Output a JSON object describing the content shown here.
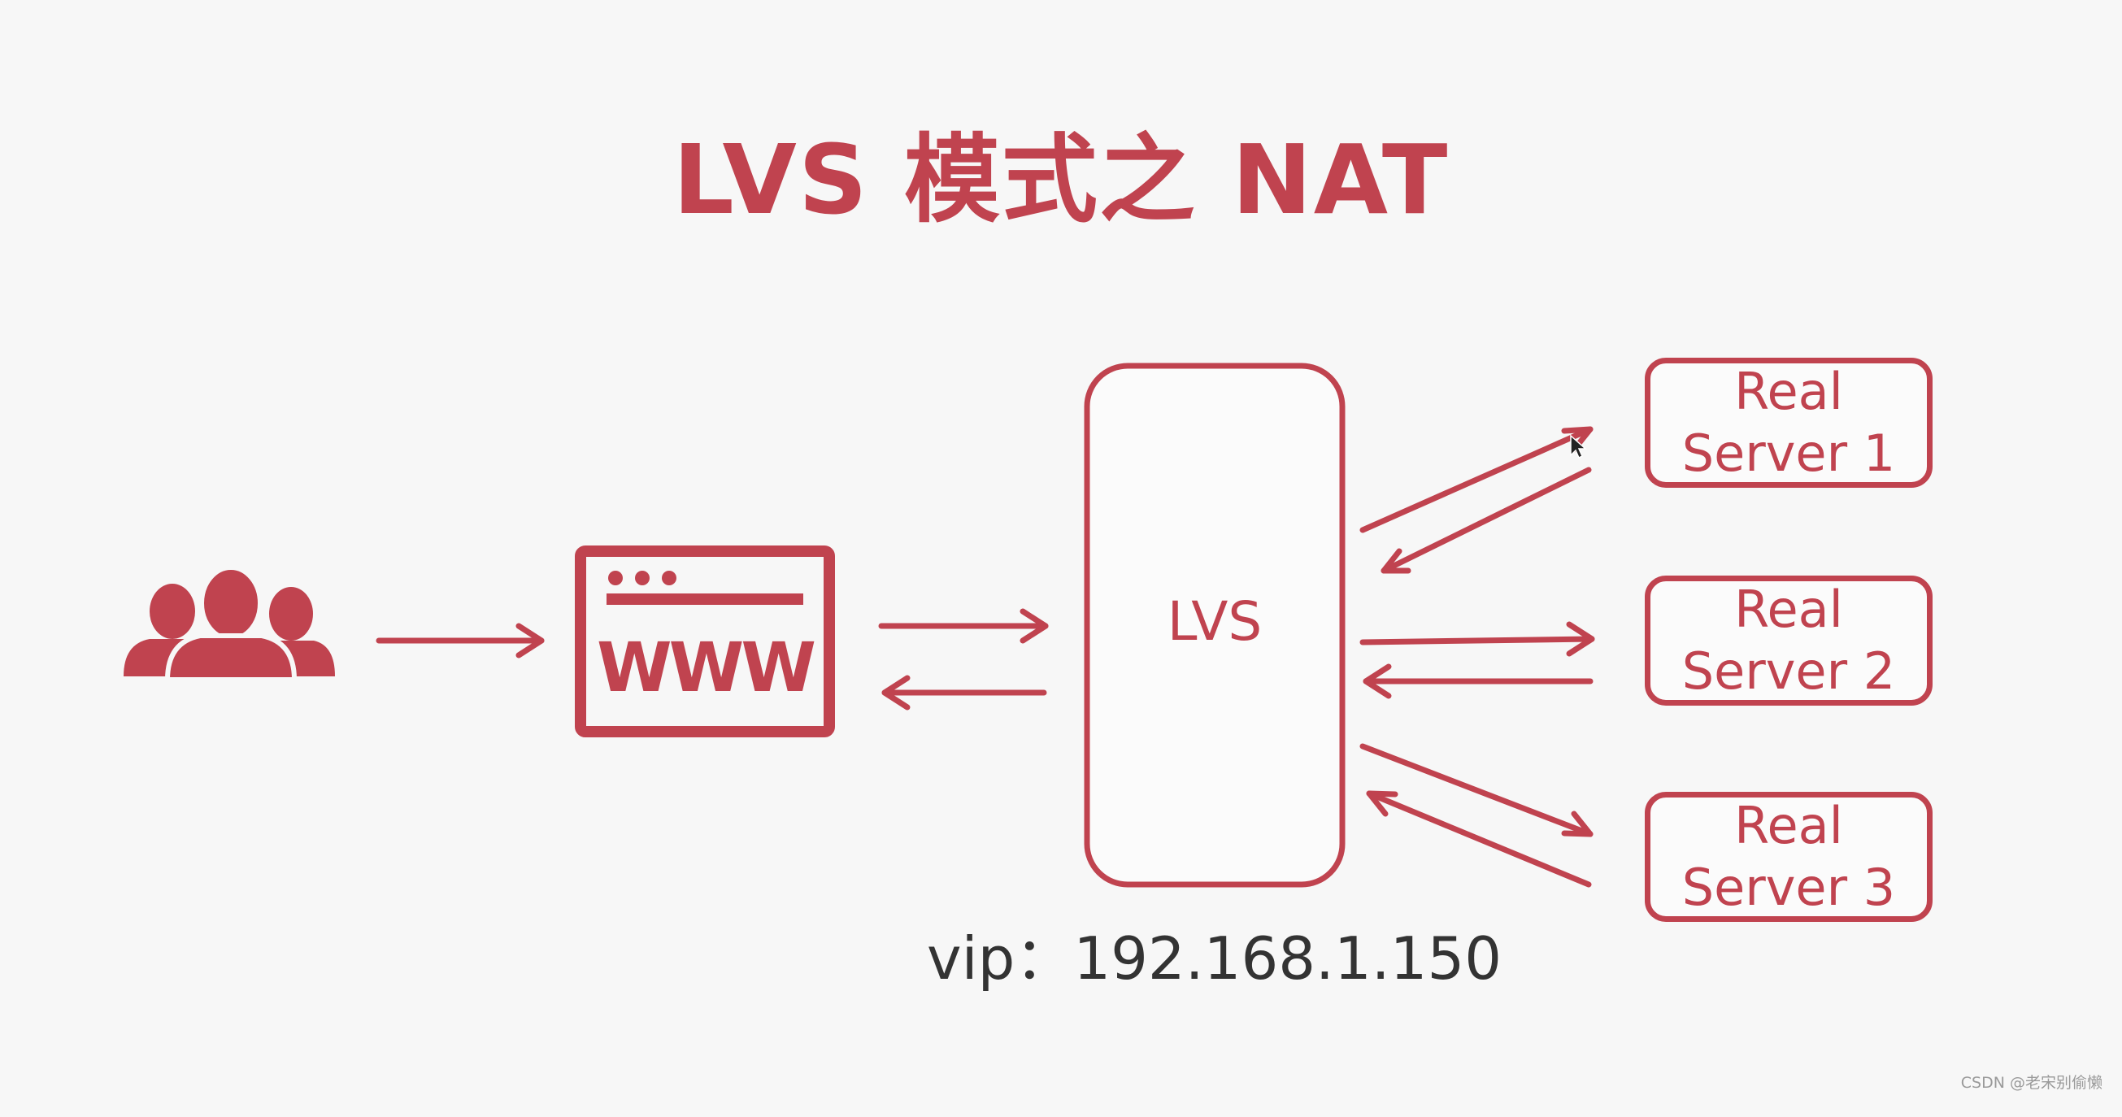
{
  "title": "LVS 模式之 NAT",
  "lvs_label": "LVS",
  "real_servers": [
    {
      "line1": "Real",
      "line2": "Server 1"
    },
    {
      "line1": "Real",
      "line2": "Server 2"
    },
    {
      "line1": "Real",
      "line2": "Server 3"
    }
  ],
  "www_label": "WWW",
  "vip": "vip：192.168.1.150",
  "watermark": "CSDN @老宋别偷懒",
  "icons": {
    "users": "users-group-icon",
    "browser": "browser-window-icon",
    "cursor": "mouse-cursor-icon"
  },
  "colors": {
    "accent": "#c0434f",
    "text_dark": "#333333",
    "background": "#f7f7f7"
  }
}
